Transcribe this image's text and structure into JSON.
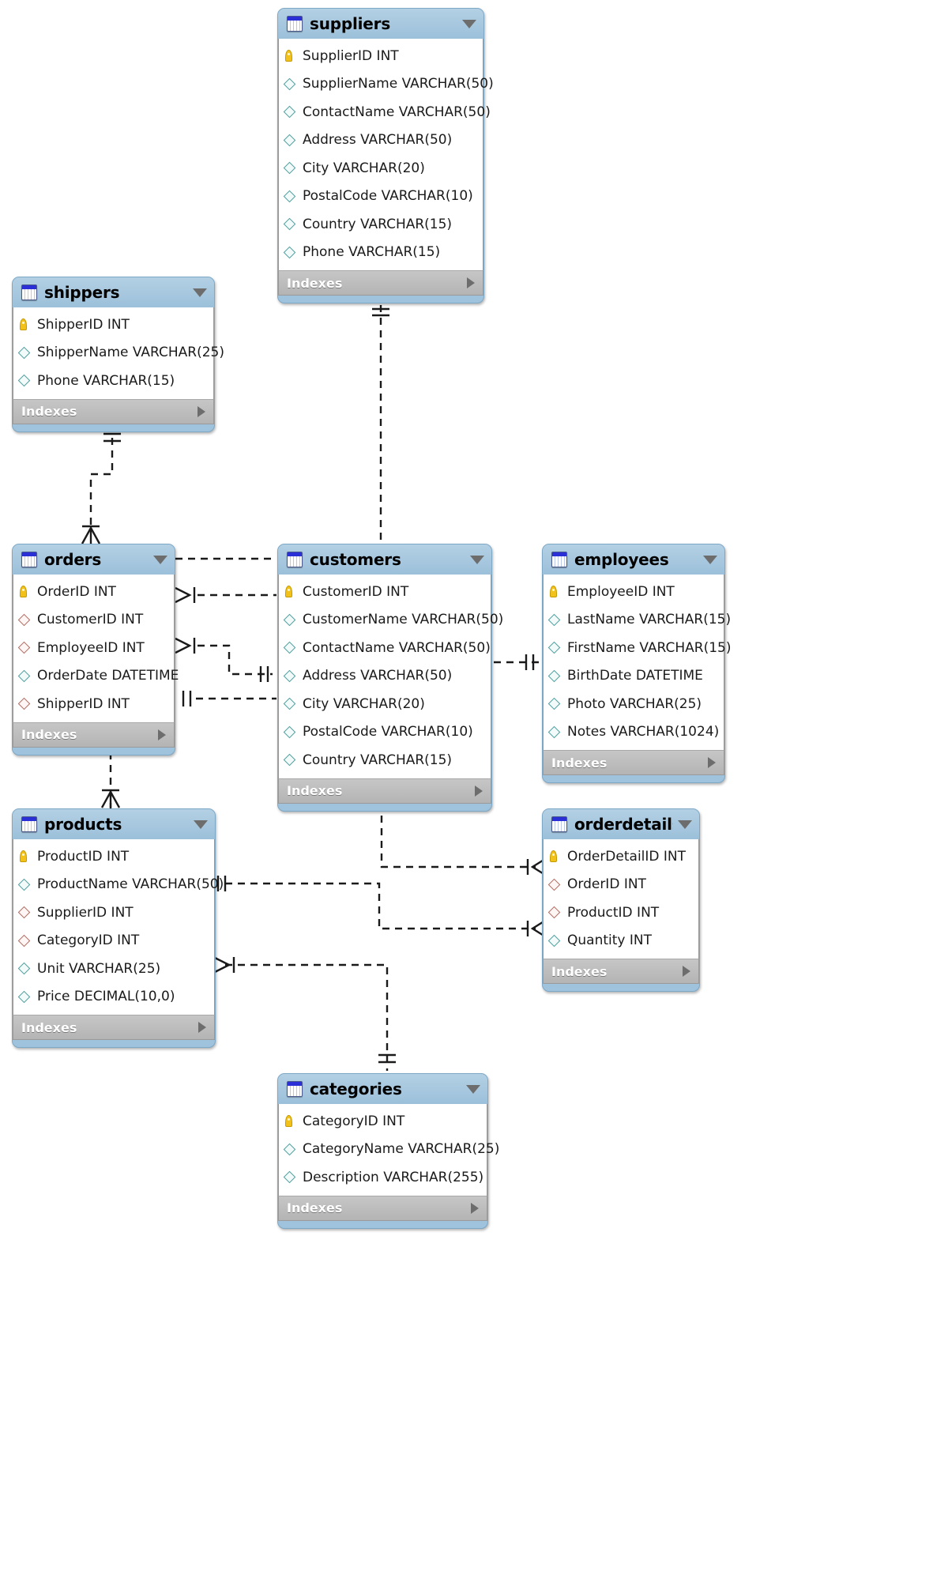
{
  "diagram": {
    "type": "er-diagram",
    "notation": "crows-foot",
    "indexes_label": "Indexes",
    "icons": {
      "table": "table-icon",
      "collapse": "chevron-down-icon",
      "expand": "chevron-right-icon",
      "primary_key": "key-icon",
      "column": "diamond-icon"
    },
    "colors": {
      "header": "#9fc3dd",
      "body": "#ffffff",
      "footer": "#bcbcbc",
      "pk_icon": "#f2c21a",
      "column_icon": "#4f9e9e",
      "fk_column_icon": "#b06b62",
      "connector": "#1a1a1a"
    }
  },
  "tables": [
    {
      "id": "suppliers",
      "name": "suppliers",
      "columns": [
        {
          "name": "SupplierID INT",
          "kind": "pk"
        },
        {
          "name": "SupplierName VARCHAR(50)",
          "kind": "col"
        },
        {
          "name": "ContactName VARCHAR(50)",
          "kind": "col"
        },
        {
          "name": "Address VARCHAR(50)",
          "kind": "col"
        },
        {
          "name": "City VARCHAR(20)",
          "kind": "col"
        },
        {
          "name": "PostalCode VARCHAR(10)",
          "kind": "col"
        },
        {
          "name": "Country VARCHAR(15)",
          "kind": "col"
        },
        {
          "name": "Phone VARCHAR(15)",
          "kind": "col"
        }
      ]
    },
    {
      "id": "shippers",
      "name": "shippers",
      "columns": [
        {
          "name": "ShipperID INT",
          "kind": "pk"
        },
        {
          "name": "ShipperName VARCHAR(25)",
          "kind": "col"
        },
        {
          "name": "Phone VARCHAR(15)",
          "kind": "col"
        }
      ]
    },
    {
      "id": "orders",
      "name": "orders",
      "columns": [
        {
          "name": "OrderID INT",
          "kind": "pk"
        },
        {
          "name": "CustomerID INT",
          "kind": "fk"
        },
        {
          "name": "EmployeeID INT",
          "kind": "fk"
        },
        {
          "name": "OrderDate DATETIME",
          "kind": "col"
        },
        {
          "name": "ShipperID INT",
          "kind": "fk"
        }
      ]
    },
    {
      "id": "customers",
      "name": "customers",
      "columns": [
        {
          "name": "CustomerID INT",
          "kind": "pk"
        },
        {
          "name": "CustomerName VARCHAR(50)",
          "kind": "col"
        },
        {
          "name": "ContactName VARCHAR(50)",
          "kind": "col"
        },
        {
          "name": "Address VARCHAR(50)",
          "kind": "col"
        },
        {
          "name": "City VARCHAR(20)",
          "kind": "col"
        },
        {
          "name": "PostalCode VARCHAR(10)",
          "kind": "col"
        },
        {
          "name": "Country VARCHAR(15)",
          "kind": "col"
        }
      ]
    },
    {
      "id": "employees",
      "name": "employees",
      "columns": [
        {
          "name": "EmployeeID INT",
          "kind": "pk"
        },
        {
          "name": "LastName VARCHAR(15)",
          "kind": "col"
        },
        {
          "name": "FirstName VARCHAR(15)",
          "kind": "col"
        },
        {
          "name": "BirthDate DATETIME",
          "kind": "col"
        },
        {
          "name": "Photo VARCHAR(25)",
          "kind": "col"
        },
        {
          "name": "Notes VARCHAR(1024)",
          "kind": "col"
        }
      ]
    },
    {
      "id": "products",
      "name": "products",
      "columns": [
        {
          "name": "ProductID INT",
          "kind": "pk"
        },
        {
          "name": "ProductName VARCHAR(50)",
          "kind": "col"
        },
        {
          "name": "SupplierID INT",
          "kind": "fk"
        },
        {
          "name": "CategoryID INT",
          "kind": "fk"
        },
        {
          "name": "Unit VARCHAR(25)",
          "kind": "col"
        },
        {
          "name": "Price DECIMAL(10,0)",
          "kind": "col"
        }
      ]
    },
    {
      "id": "orderdetails",
      "name": "orderdetails",
      "columns": [
        {
          "name": "OrderDetailID INT",
          "kind": "pk"
        },
        {
          "name": "OrderID INT",
          "kind": "fk"
        },
        {
          "name": "ProductID INT",
          "kind": "fk"
        },
        {
          "name": "Quantity INT",
          "kind": "col"
        }
      ]
    },
    {
      "id": "categories",
      "name": "categories",
      "columns": [
        {
          "name": "CategoryID INT",
          "kind": "pk"
        },
        {
          "name": "CategoryName VARCHAR(25)",
          "kind": "col"
        },
        {
          "name": "Description VARCHAR(255)",
          "kind": "col"
        }
      ]
    }
  ],
  "relationships": [
    {
      "from": "suppliers",
      "to": "customers",
      "type": "one-to-many"
    },
    {
      "from": "shippers",
      "to": "orders",
      "type": "one-to-many"
    },
    {
      "from": "orders",
      "to": "customers",
      "type": "many-to-one"
    },
    {
      "from": "orders",
      "to": "employees",
      "type": "many-to-one"
    },
    {
      "from": "orders",
      "to": "products",
      "type": "one-to-many"
    },
    {
      "from": "customers",
      "to": "orderdetails",
      "type": "one-to-many"
    },
    {
      "from": "products",
      "to": "orderdetails",
      "type": "one-to-many"
    },
    {
      "from": "products",
      "to": "categories",
      "type": "one-to-many"
    }
  ]
}
